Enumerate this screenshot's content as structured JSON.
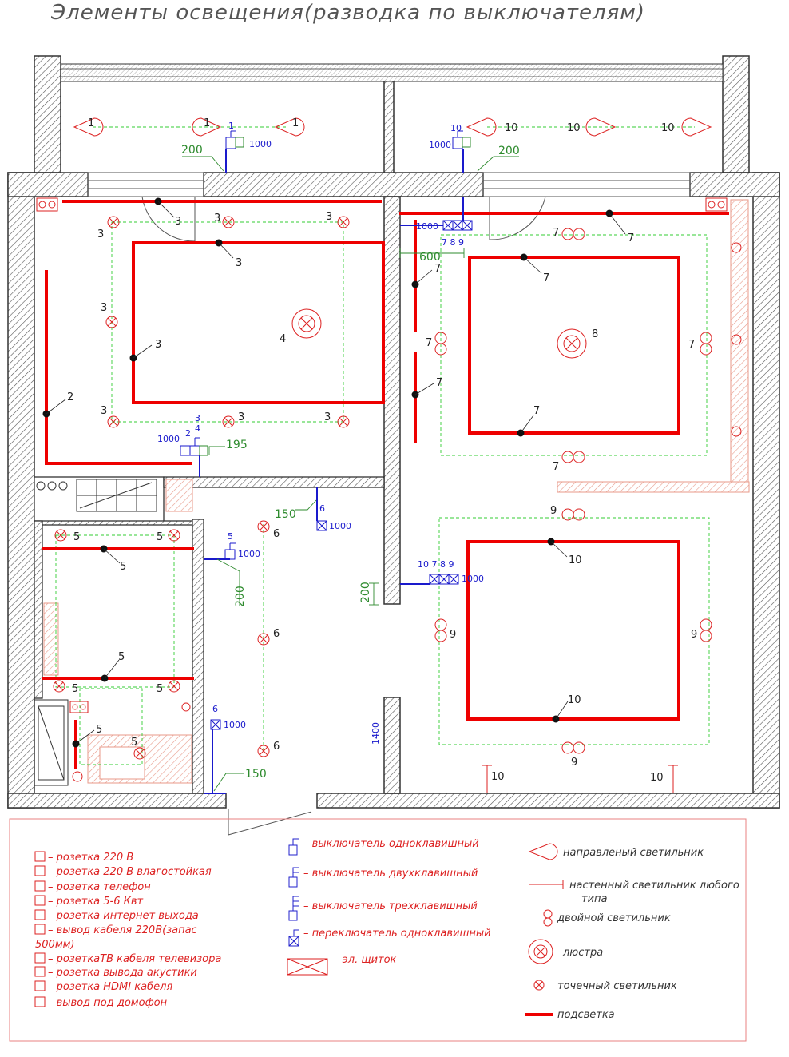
{
  "title": "Элементы освещения(разводка по выключателям)",
  "colors": {
    "wall_hatch": "#555555",
    "light": "#dd2222",
    "led_strip": "#ee0000",
    "switch": "#1a1acc",
    "dimension": "#2e8b2e",
    "zone": "#33cc33"
  },
  "labels": {
    "l1": "1",
    "l2": "2",
    "l3": "3",
    "l4": "4",
    "l5": "5",
    "l6": "6",
    "l7": "7",
    "l8": "8",
    "l9": "9",
    "l10": "10"
  },
  "switch_labels": {
    "h1000": "1000",
    "s1": "1",
    "s10": "10",
    "s789": "7  8  9",
    "s24": "2",
    "s34": "3",
    "s4": "4",
    "s5": "5",
    "s6a": "6",
    "s6b": "6",
    "s10789": "10 7 8 9"
  },
  "dimensions": {
    "d200a": "200",
    "d200b": "200",
    "d600": "600",
    "d195": "195",
    "d150a": "150",
    "d200c": "200",
    "d200d": "200",
    "d150b": "150",
    "d1400": "1400"
  },
  "legend_left": [
    "– розетка 220 В",
    "– розетка 220 В влагостойкая",
    "– розетка телефон",
    "– розетка 5-6 Квт",
    "– розетка интернет выхода",
    "– вывод кабеля 220В(запас",
    "500мм)",
    "– розеткаТВ кабеля телевизора",
    "– розетка вывода акустики",
    "– розетка HDMI кабеля",
    "– вывод под домофон"
  ],
  "legend_middle": [
    "– выключатель одноклавишный",
    "– выключатель двухклавишный",
    "– выключатель трехклавишный",
    "– переключатель одноклавишный",
    "– эл. щиток"
  ],
  "legend_right": [
    "направленый светильник",
    "настенный светильник любого",
    "типа",
    "двойной светильник",
    "люстра",
    "точечный светильник",
    "подсветка"
  ]
}
